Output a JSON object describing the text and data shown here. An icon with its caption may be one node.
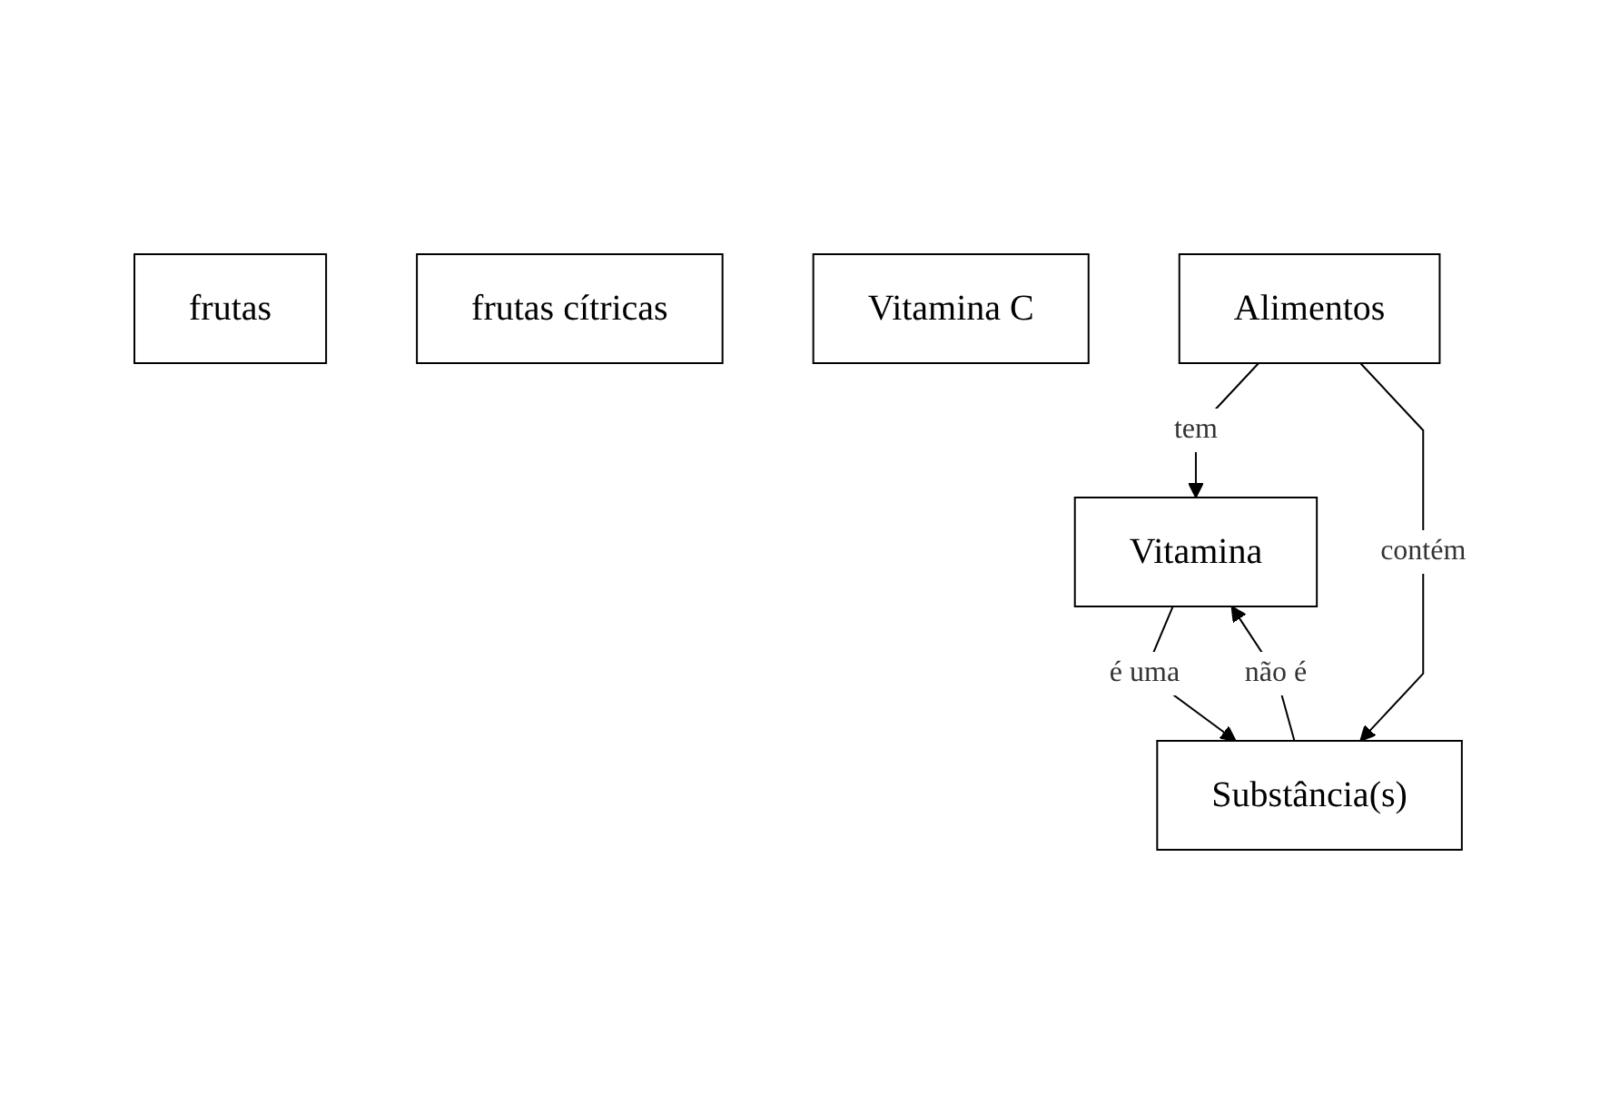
{
  "diagram": {
    "nodes": [
      {
        "text": [
          "frutas"
        ]
      },
      {
        "text": [
          "frutas cítricas"
        ]
      },
      {
        "text": [
          "Vitamina C"
        ]
      },
      {
        "text": [
          "Vitamina"
        ]
      },
      {
        "text": [
          "Substância(s)"
        ]
      },
      {
        "text": [
          "Alimentos"
        ]
      }
    ],
    "edges": [
      {
        "from": 3,
        "to": 4,
        "label": "é uma",
        "arrow": "to"
      },
      {
        "from": 4,
        "to": 3,
        "label": "não é",
        "arrow": "to"
      },
      {
        "from": 5,
        "to": 3,
        "label": "tem",
        "arrow": "to"
      },
      {
        "from": 5,
        "to": 4,
        "label": "contém",
        "arrow": "to"
      }
    ]
  }
}
